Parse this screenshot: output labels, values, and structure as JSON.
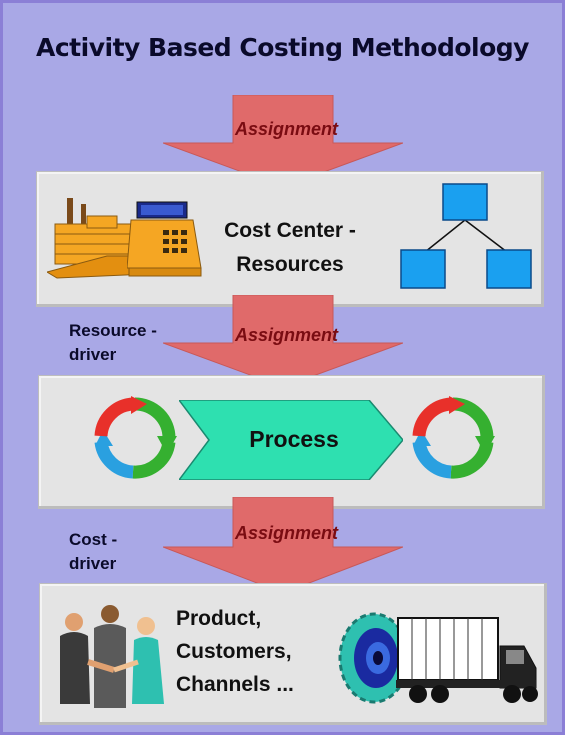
{
  "title": "Activity Based Costing Methodology",
  "assignment_label": "Assignment",
  "arrows": [
    {
      "label": "Assignment"
    },
    {
      "label": "Assignment"
    },
    {
      "label": "Assignment"
    }
  ],
  "panels": {
    "cost_center": {
      "line1": "Cost Center -",
      "line2": "Resources"
    },
    "process": {
      "label": "Process"
    },
    "objects": {
      "line1": "Product,",
      "line2": "Customers,",
      "line3": "Channels ..."
    }
  },
  "drivers": {
    "resource": {
      "line1": "Resource -",
      "line2": "driver"
    },
    "cost": {
      "line1": "Cost -",
      "line2": "driver"
    }
  },
  "colors": {
    "background": "#a9a8e6",
    "arrow": "#e06a6a",
    "panel": "#e4e4e4",
    "process": "#2ee0b0",
    "org_box": "#1aa0f0"
  },
  "icons": [
    "factory-icon",
    "cash-register-icon",
    "org-chart-icon",
    "cycle-arrows-icon",
    "people-handshake-icon",
    "gear-icon",
    "truck-icon"
  ]
}
